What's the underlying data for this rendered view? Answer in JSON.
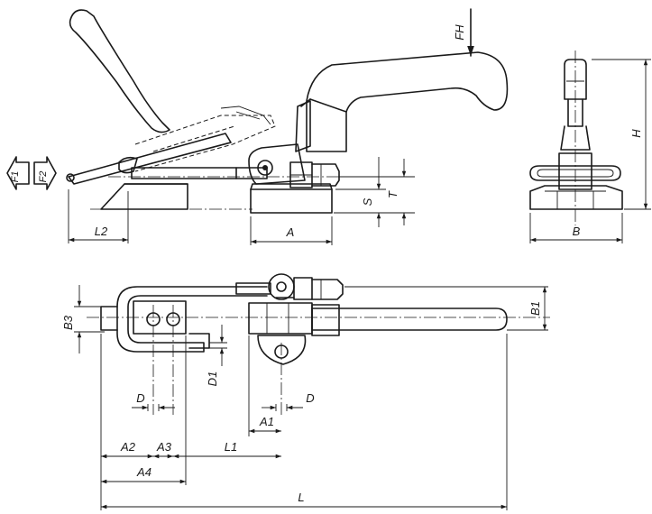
{
  "dimensions": {
    "force_hand": "FH",
    "force_1": "F1",
    "force_2": "F2",
    "height": "H",
    "base_width": "B",
    "length_2": "L2",
    "dim_a": "A",
    "dim_s": "S",
    "dim_t": "T",
    "dim_b3": "B3",
    "dim_b1": "B1",
    "dim_d1": "D1",
    "dim_d_left": "D",
    "dim_d_right": "D",
    "dim_a1": "A1",
    "dim_a2": "A2",
    "dim_a3": "A3",
    "dim_l1": "L1",
    "dim_a4": "A4",
    "length": "L"
  }
}
